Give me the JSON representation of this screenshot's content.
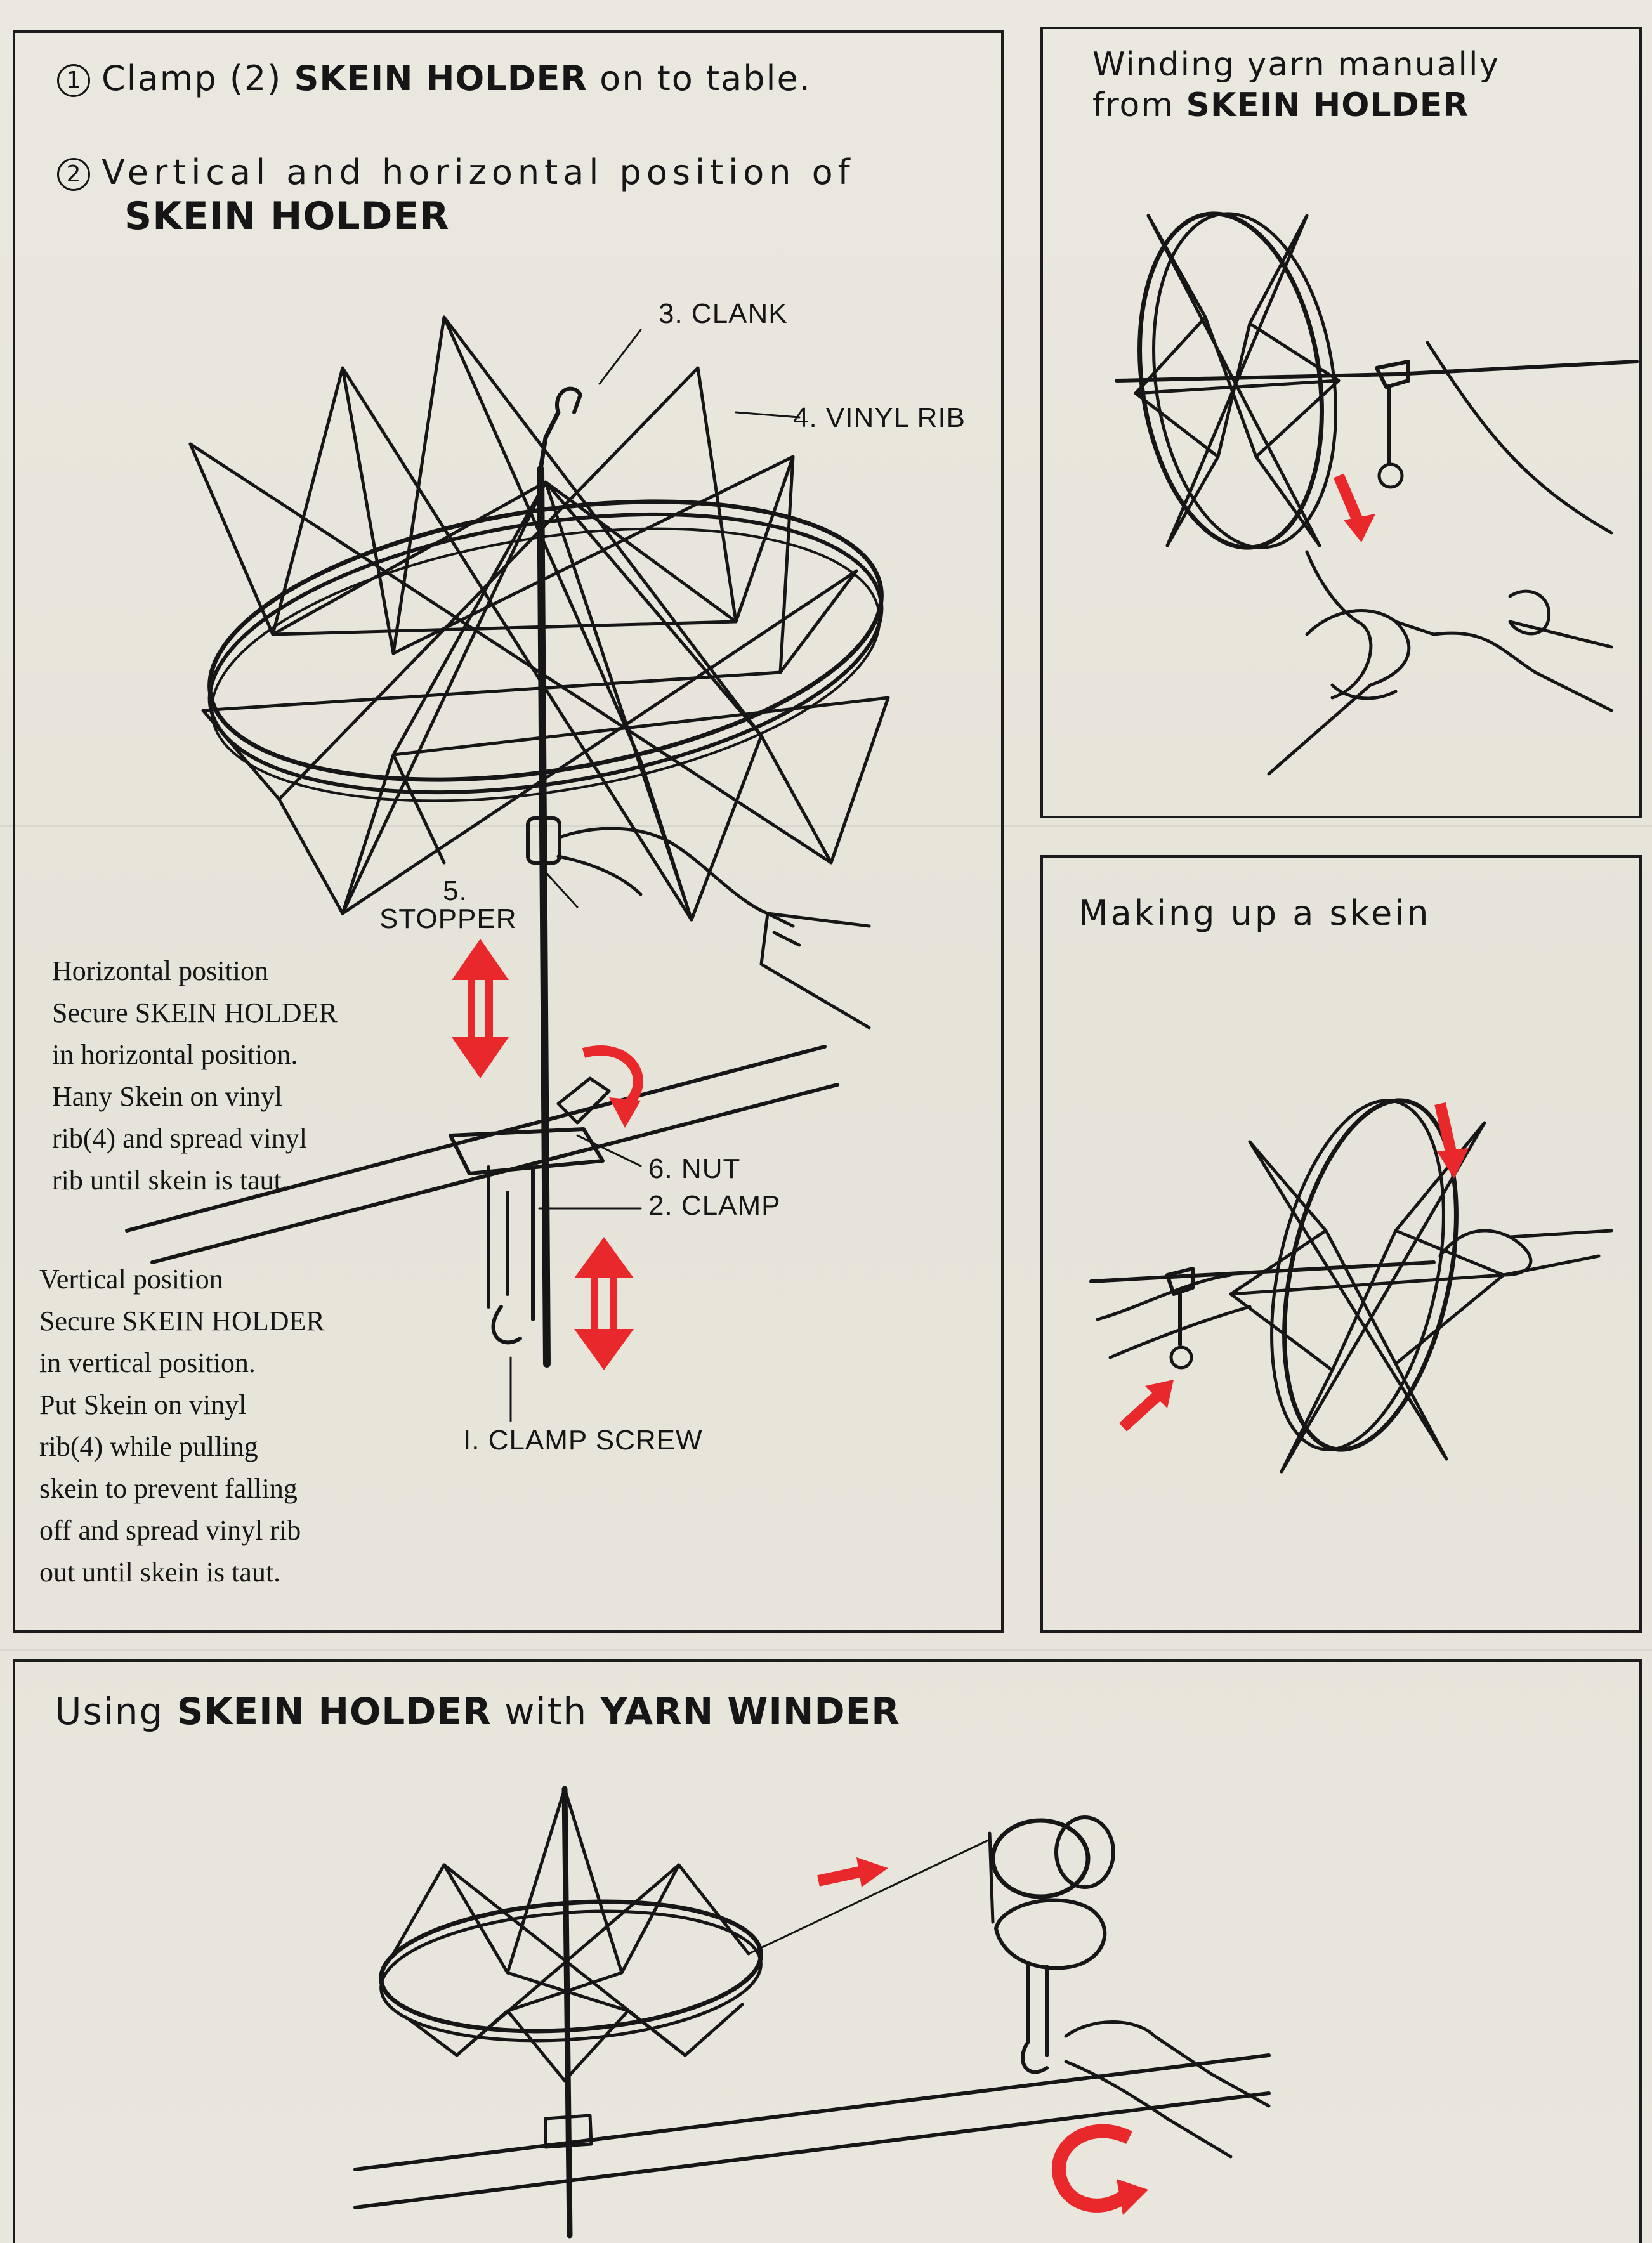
{
  "main": {
    "step1": {
      "num": "1",
      "pre": "Clamp (2) ",
      "bold": "SKEIN HOLDER",
      "post": " on to table."
    },
    "step2": {
      "num": "2",
      "line1": "Vertical and horizontal position of",
      "line2": "SKEIN HOLDER"
    },
    "parts": {
      "clank": "3. CLANK",
      "vinyl_rib": "4. VINYL RIB",
      "stopper_num": "5.",
      "stopper": "STOPPER",
      "nut": "6. NUT",
      "clamp": "2. CLAMP",
      "clamp_screw": "I. CLAMP SCREW"
    },
    "horizontal": {
      "lines": [
        "Horizontal position",
        "Secure SKEIN HOLDER",
        "in horizontal position.",
        "Hany Skein on vinyl",
        "rib(4) and spread vinyl",
        "rib until skein is taut."
      ]
    },
    "vertical": {
      "lines": [
        "Vertical position",
        "Secure SKEIN HOLDER",
        "in vertical position.",
        "Put Skein on vinyl",
        "rib(4) while pulling",
        "skein to prevent falling",
        "off and spread vinyl rib",
        "out until skein is taut."
      ]
    }
  },
  "manual": {
    "line1": "Winding yarn manually",
    "line2_pre": "from ",
    "line2_bold": "SKEIN HOLDER"
  },
  "skein": {
    "title": "Making up a skein"
  },
  "winder": {
    "pre": "Using ",
    "bold1": "SKEIN HOLDER",
    "mid": " with ",
    "bold2": "YARN WINDER"
  },
  "colors": {
    "ink": "#161616",
    "accent_red": "#e8282b",
    "paper": "#e9e6dd"
  },
  "icons": [
    "double-arrow-icon",
    "curved-arrow-icon",
    "arrow-icon",
    "skein-holder-illustration",
    "yarn-winder-illustration",
    "hand-illustration"
  ]
}
